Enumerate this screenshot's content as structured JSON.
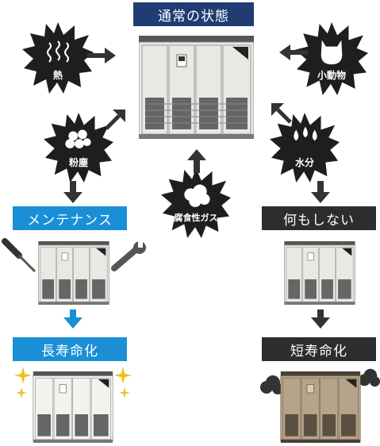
{
  "title": "通常の状態",
  "factors": {
    "heat": "熱",
    "small_animals": "小動物",
    "dust": "粉塵",
    "moisture": "水分",
    "corrosive_gas": "腐食性ガス"
  },
  "paths": {
    "maintenance": "メンテナンス",
    "do_nothing": "何もしない",
    "long_life": "長寿命化",
    "short_life": "短寿命化"
  },
  "colors": {
    "blue": "#1a8fd6",
    "navy": "#1f3c73",
    "dark": "#2d2d2d",
    "cabinet": "#e8e8e2",
    "cabinet_dirty": "#b5a48a"
  }
}
